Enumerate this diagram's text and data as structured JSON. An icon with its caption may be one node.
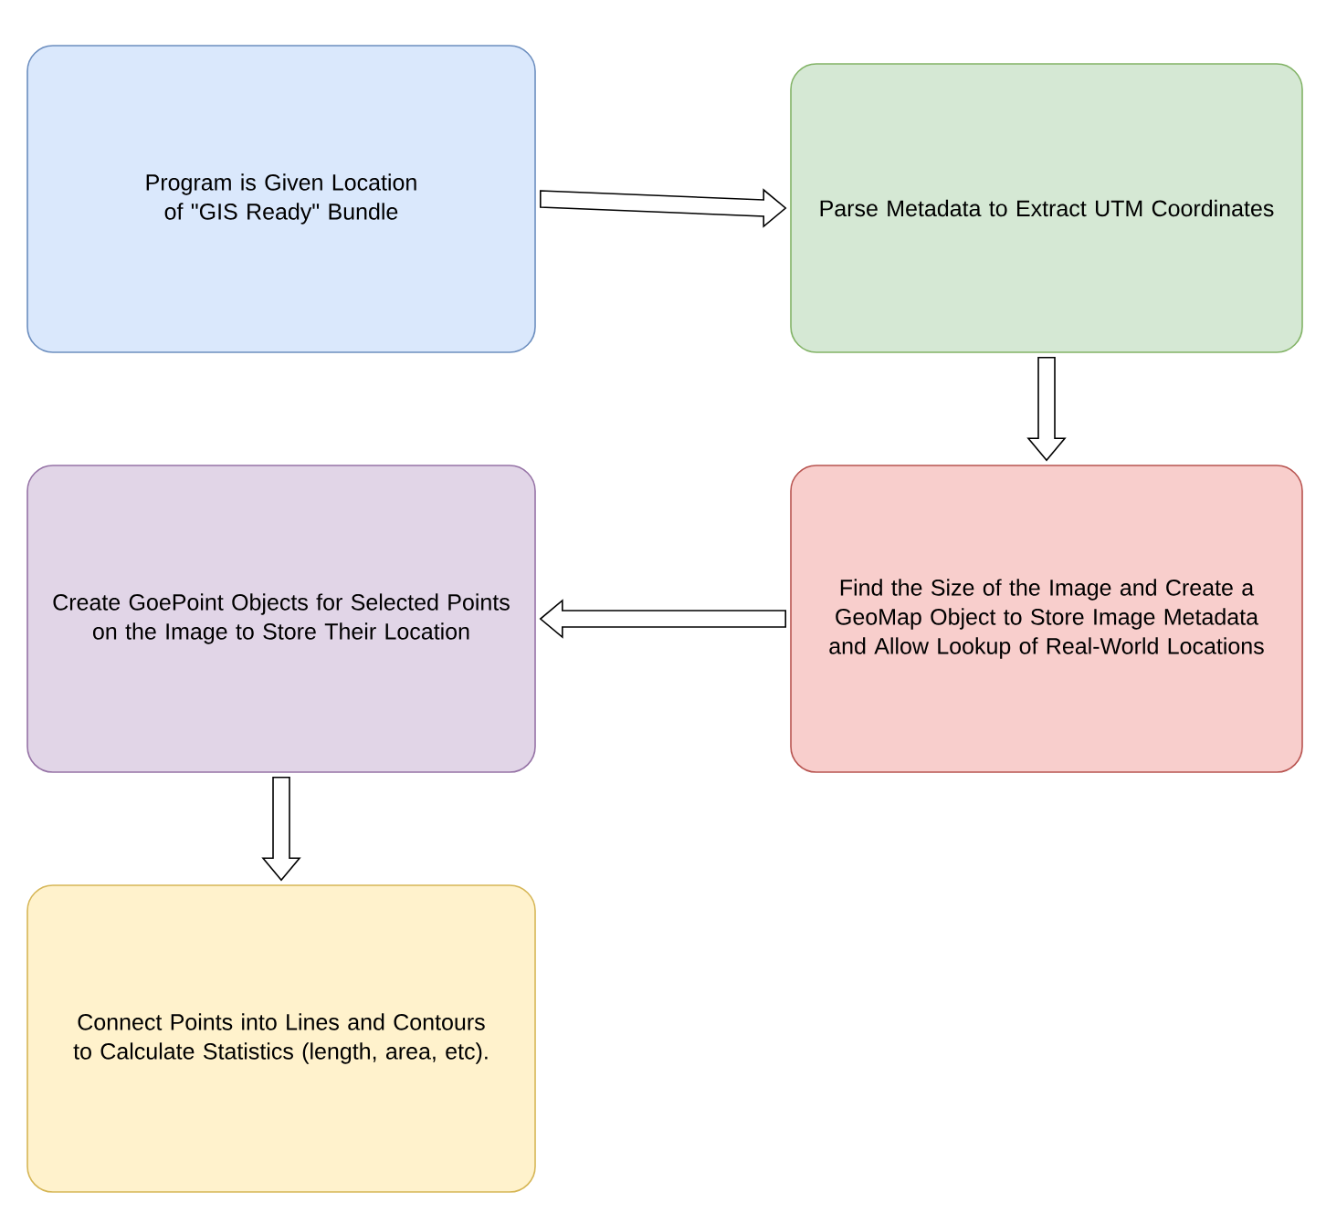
{
  "diagram": {
    "nodes": [
      {
        "text": [
          "Program is Given Location of \"GIS Ready\" Bundle"
        ]
      },
      {
        "text": [
          "Parse Metadata to Extract UTM Coordinates"
        ]
      },
      {
        "text": [
          "Find the Size of the Image and Create a GeoMap Object to Store Image Metadata and Allow Lookup of Real-World Locations"
        ]
      },
      {
        "text": [
          "Create GoePoint Objects for Selected Points on the Image to Store Their Location"
        ]
      },
      {
        "text": [
          "Connect Points into Lines and Contours to Calculate Statistics (length, area, etc)."
        ]
      }
    ],
    "edges": [
      {
        "from": 0,
        "to": 1,
        "arrow": "to"
      },
      {
        "from": 1,
        "to": 2,
        "arrow": "to"
      },
      {
        "from": 2,
        "to": 3,
        "arrow": "to"
      },
      {
        "from": 3,
        "to": 4,
        "arrow": "to"
      }
    ]
  }
}
